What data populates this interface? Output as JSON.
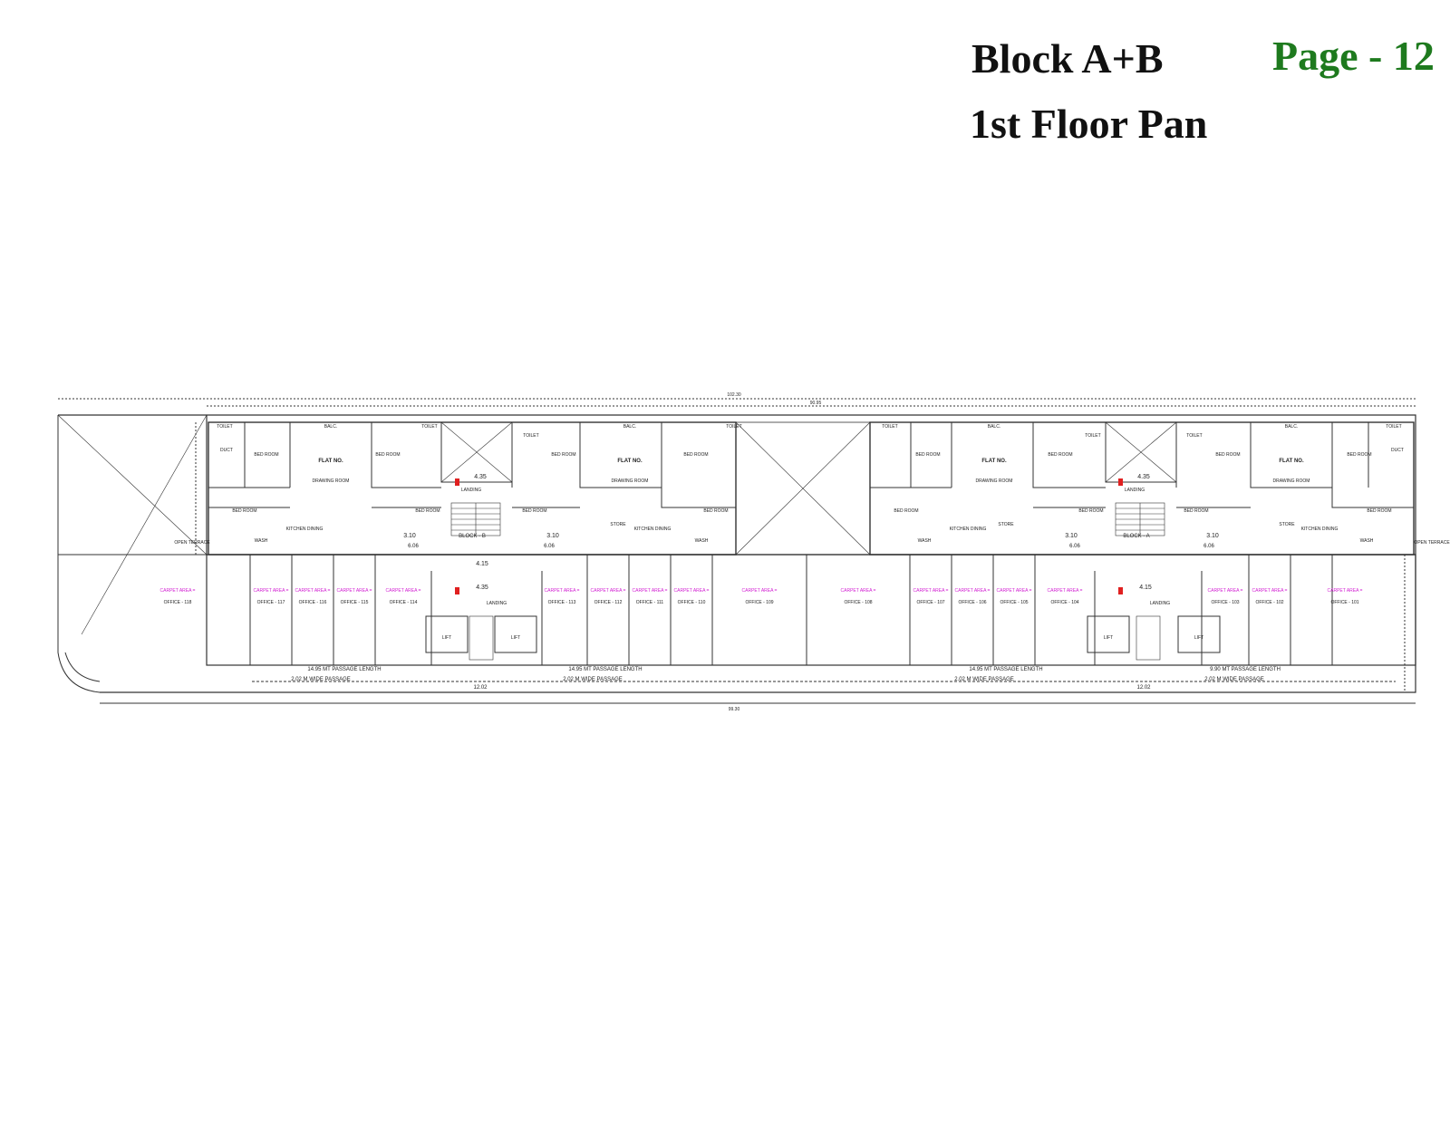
{
  "header": {
    "block_title": "Block A+B",
    "floor_title": "1st Floor Pan",
    "page_label": "Page - 12"
  },
  "colors": {
    "title": "#111111",
    "page_label": "#1e7a1e",
    "carpet_area": "#d21ed2",
    "linework": "#333333",
    "stair_marker": "#e02020"
  },
  "plan": {
    "overall_top_dim": "102.30",
    "overall_inner_dim": "90.95",
    "overall_bottom_dim": "99.30",
    "block_b_label": "BLOCK - B",
    "block_a_label": "BLOCK - A",
    "flat_label": "FLAT NO.",
    "drawing_room": "DRAWING ROOM",
    "bed_room": "BED ROOM",
    "kitchen_dining": "KITCHEN DINING",
    "toilet": "TOILET",
    "balc": "BALC.",
    "store": "STORE",
    "wash": "WASH",
    "duct": "DUCT",
    "lift": "LIFT",
    "landing": "LANDING",
    "open_terrace": "OPEN TERRACE",
    "carpet_area": "CARPET AREA =",
    "passage_length_1": "14.95 MT PASSAGE LENGTH",
    "passage_length_2": "14.95 MT PASSAGE LENGTH",
    "passage_length_3": "14.95 MT PASSAGE LENGTH",
    "passage_length_4": "9.90 MT PASSAGE LENGTH",
    "wide_passage": "2.02 M WIDE PASSAGE",
    "dim_1202": "12.02",
    "dim_435": "4.35",
    "dim_415": "4.15",
    "dim_310": "3.10",
    "dim_606": "6.06"
  },
  "offices": [
    {
      "label": "OFFICE - 118"
    },
    {
      "label": "OFFICE - 117"
    },
    {
      "label": "OFFICE - 116"
    },
    {
      "label": "OFFICE - 115"
    },
    {
      "label": "OFFICE - 114"
    },
    {
      "label": "OFFICE - 113"
    },
    {
      "label": "OFFICE - 112"
    },
    {
      "label": "OFFICE - 111"
    },
    {
      "label": "OFFICE - 110"
    },
    {
      "label": "OFFICE - 109"
    },
    {
      "label": "OFFICE - 108"
    },
    {
      "label": "OFFICE - 107"
    },
    {
      "label": "OFFICE - 106"
    },
    {
      "label": "OFFICE - 105"
    },
    {
      "label": "OFFICE - 104"
    },
    {
      "label": "OFFICE - 103"
    },
    {
      "label": "OFFICE - 102"
    },
    {
      "label": "OFFICE - 101"
    }
  ]
}
